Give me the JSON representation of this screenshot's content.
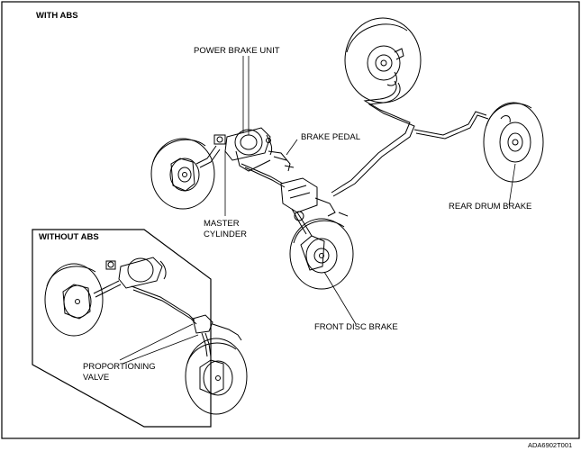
{
  "header": {
    "with_abs": "WITH ABS"
  },
  "inset": {
    "title": "WITHOUT ABS"
  },
  "labels": {
    "power_brake_unit": "POWER BRAKE UNIT",
    "brake_pedal": "BRAKE PEDAL",
    "master_cylinder_1": "MASTER",
    "master_cylinder_2": "CYLINDER",
    "rear_drum_brake": "REAR DRUM BRAKE",
    "front_disc_brake": "FRONT DISC BRAKE",
    "proportioning_valve_1": "PROPORTIONING",
    "proportioning_valve_2": "VALVE"
  },
  "footer": {
    "figure_code": "ADA6902T001"
  },
  "colors": {
    "line": "#000000",
    "background": "#ffffff"
  }
}
